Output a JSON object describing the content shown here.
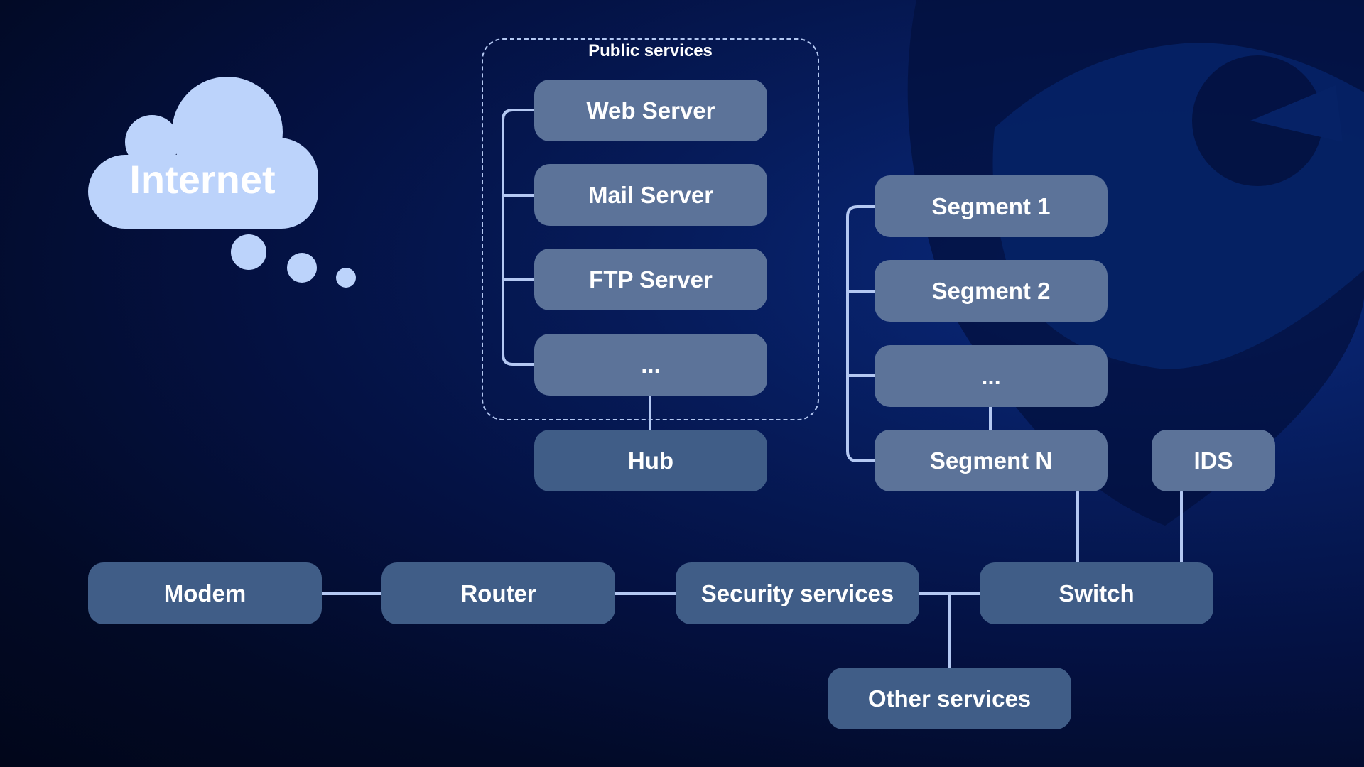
{
  "internet": {
    "label": "Internet"
  },
  "public_services": {
    "title": "Public services",
    "items": [
      "Web Server",
      "Mail Server",
      "FTP Server",
      "..."
    ]
  },
  "hub": "Hub",
  "segments": [
    "Segment 1",
    "Segment 2",
    "...",
    "Segment N"
  ],
  "ids": "IDS",
  "chain": {
    "modem": "Modem",
    "router": "Router",
    "security": "Security services",
    "switch": "Switch",
    "other": "Other services"
  },
  "colors": {
    "background": "#031041",
    "server_box": "#5c7399",
    "network_box": "#405d87",
    "connector": "#b4c8f2",
    "cloud": "#bcd3fb"
  }
}
